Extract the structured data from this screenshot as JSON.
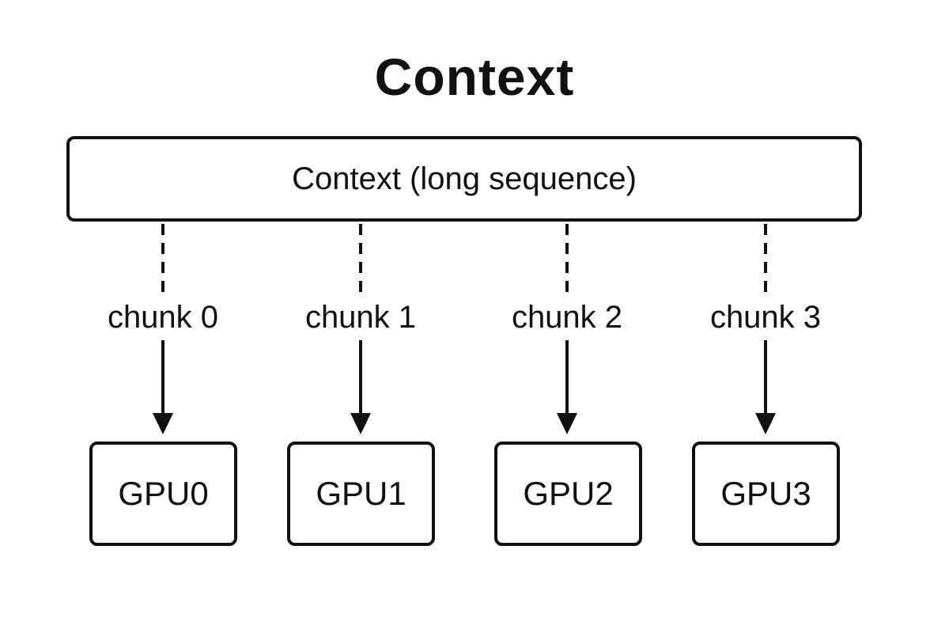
{
  "title": "Context",
  "context_box": {
    "label": "Context (long sequence)"
  },
  "chunks": [
    {
      "label": "chunk 0",
      "target": "GPU0"
    },
    {
      "label": "chunk 1",
      "target": "GPU1"
    },
    {
      "label": "chunk 2",
      "target": "GPU2"
    },
    {
      "label": "chunk 3",
      "target": "GPU3"
    }
  ],
  "colors": {
    "stroke": "#111111",
    "background": "#ffffff"
  }
}
